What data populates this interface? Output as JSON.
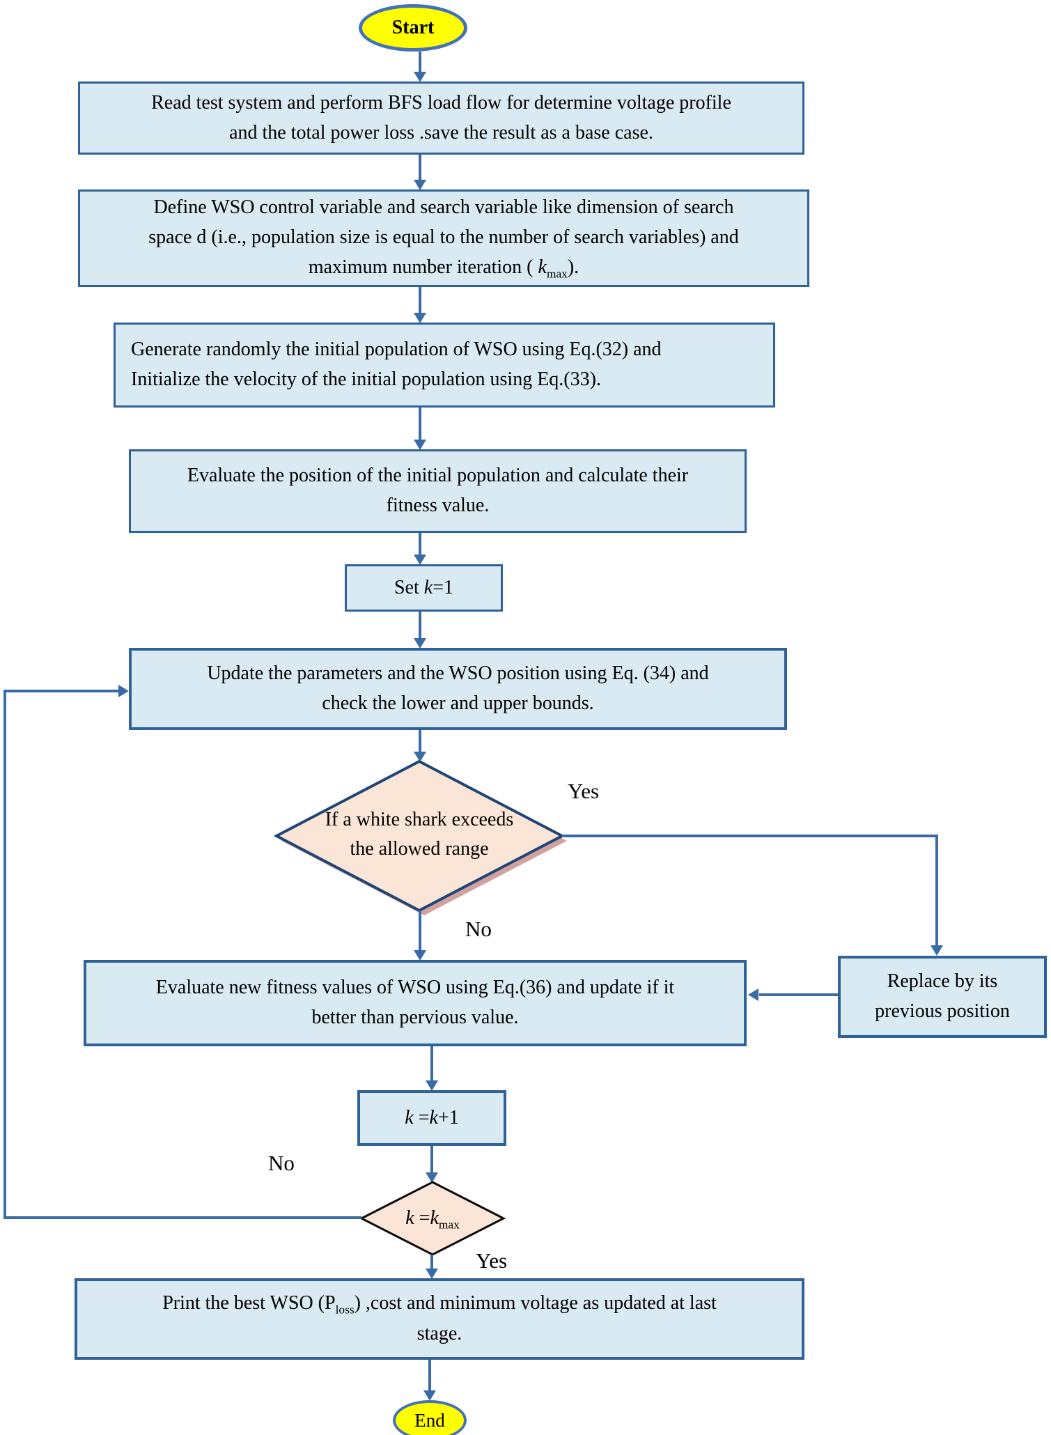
{
  "flowchart": {
    "terminators": {
      "start": "Start",
      "end": "End"
    },
    "labels": {
      "yes_range": "Yes",
      "no_range": "No",
      "no_loop": "No",
      "yes_loop": "Yes"
    },
    "read_box": {
      "line1": "Read test system and perform BFS load flow for determine voltage profile",
      "line2": "and the total power loss .save the result as a base case."
    },
    "define_box": {
      "line1": "Define WSO control variable and search variable like dimension of search",
      "line2": "space d (i.e., population size is equal to the number of search variables) and",
      "line3_pre": "maximum number iteration ( ",
      "line3_k": "k",
      "line3_sub": "max",
      "line3_post": ")."
    },
    "generate_box": {
      "line1": "Generate randomly the initial population of WSO using Eq.(32) and",
      "line2": "Initialize the velocity of the initial population using Eq.(33)."
    },
    "evaluate_initial_box": {
      "line1": "Evaluate the position of the initial population and calculate their",
      "line2": "fitness value."
    },
    "set_k_box": {
      "pre": "Set ",
      "k": "k",
      "post": "=1"
    },
    "update_box": {
      "line1": "Update the parameters and the WSO position using Eq. (34) and",
      "line2": "check the lower and upper bounds."
    },
    "range_decision": {
      "line1": "If a white shark exceeds",
      "line2": "the allowed range"
    },
    "evaluate_new_box": {
      "line1": "Evaluate new fitness values of WSO using Eq.(36) and update if it",
      "line2": "better than pervious value."
    },
    "replace_box": {
      "line1": "Replace by its",
      "line2": "previous position"
    },
    "increment_box": {
      "k1": "k",
      "eq": " =",
      "k2": "k",
      "post": "+1"
    },
    "kmax_decision": {
      "k1": "k",
      "eq": " =",
      "k2": "k",
      "sub": "max"
    },
    "print_box": {
      "line1_pre": "Print the best WSO (P",
      "line1_sub": "loss",
      "line1_post": ") ,cost and minimum voltage as updated at last",
      "line2": "stage."
    },
    "colors": {
      "box_fill": "#DAEAF2",
      "box_border": "#2F6299",
      "diamond_fill": "#FBE5D6",
      "diamond_border_range": "#1F4577",
      "diamond_shadow": "#C9928F",
      "diamond_border_kmax": "#0A0A0A",
      "terminator_fill": "#FFFF00",
      "terminator_border": "#4472B8",
      "arrow": "#3A6BA5"
    }
  }
}
